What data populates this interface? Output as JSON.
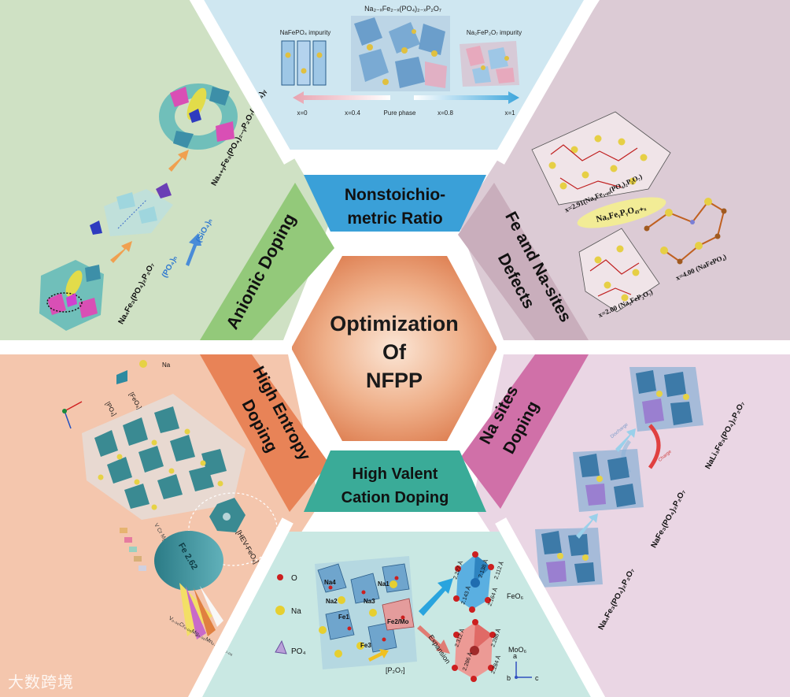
{
  "center": {
    "line1": "Optimization",
    "line2": "Of",
    "line3": "NFPP"
  },
  "strategies": {
    "top": {
      "line1": "Nonstoichio-",
      "line2": "metric  Ratio"
    },
    "upper_right": {
      "line1": "Fe and Na-sites",
      "line2": "Defects"
    },
    "lower_right": {
      "line1": "Na   sites",
      "line2": "Doping"
    },
    "bottom": {
      "line1": "High Valent",
      "line2": "Cation Doping"
    },
    "lower_left": {
      "line1": "High Entropy",
      "line2": "Doping"
    },
    "upper_left": {
      "line1": "Anionic Doping"
    }
  },
  "panel_top": {
    "formula": "Na₂₋ₓFe₂₋ₓ(PO₄)₂₋ₓP₂O₇",
    "impurity_left": "NaFePO₄ impurity",
    "impurity_right": "Na₂FeP₂O₇ impurity",
    "x0": "x=0",
    "x04": "x=0.4",
    "pure": "Pure phase",
    "x08": "x=0.8",
    "x1": "x=1"
  },
  "panel_upper_left": {
    "formula_bottom": "Na₄Fe₃(PO₄)₂P₂O₇",
    "formula_top": "Na₄₊ᵧFe₃(PO₄)₂₋ᵧP₂O₇(SiO₄)ᵧ",
    "po4": "(PO₄)ₙ",
    "sio4": "(SiO₄)ₙ"
  },
  "panel_upper_right": {
    "formula_top": "x=2.91(Na₄Fe₃.₀₉(PO₄)₂P₂O₇)",
    "ellipse": "NaₓFeᵧPᵧO₄ᵧ₊ₓ",
    "formula_left": "x=2.00 (Na₂FeP₂O₇)",
    "formula_right": "x=4.00 (NaFePO₄)"
  },
  "panel_lower_right": {
    "formula_top": "NaLi₃Fe₃(PO₄)₂P₂O₇",
    "formula_mid": "NaFe₃(PO₄)₂P₂O₇",
    "formula_bottom": "Na₄Fe₃(PO₄)₂P₂O₇",
    "charge": "Charge",
    "discharge": "Discharge"
  },
  "panel_bottom": {
    "legend_o": "O",
    "legend_na": "Na",
    "legend_po4": "PO₄",
    "na4": "Na4",
    "na1": "Na1",
    "na2": "Na2",
    "na3": "Na3",
    "fe1": "Fe1",
    "fe2": "Fe2/Mo",
    "fe3": "Fe3",
    "p2o7": "[P₂O₇]",
    "feo6": "FeO₆",
    "moo6": "MoO₆",
    "expansion": "Expansion",
    "b1": "2.227 Å",
    "b2": "2.138 Å",
    "b3": "2.143 Å",
    "b4": "2.164 Å",
    "b5": "2.112 Å",
    "b6": "2.312 Å",
    "b7": "2.288 Å",
    "b8": "2.286 Å",
    "b9": "2.284 Å",
    "axis_a": "a",
    "axis_b": "b",
    "axis_c": "c"
  },
  "panel_lower_left": {
    "na": "Na",
    "feo6": "[FeO₆]",
    "po4": "[PO₄]",
    "hev": "[HEV-FeO₆]",
    "pie_label": "Fe 2.62",
    "pie_elements": "V₀.₀₆Cr₀.₀₆Mg₀.₀₆Mn₀.₀₆Cu₀.₀₆",
    "legend_text": "V Cr Mg Mn Cu"
  },
  "colors": {
    "top_bg": "#cfe7f1",
    "upper_left_bg": "#cfe1c4",
    "upper_right_bg": "#dccbd5",
    "lower_left_bg": "#f4c6ad",
    "lower_right_bg": "#ead6e4",
    "bottom_bg": "#c9e8e3",
    "top_label": "#3aa0d8",
    "upper_left_label": "#93c97a",
    "upper_right_label": "#c9aebc",
    "lower_left_label": "#e88357",
    "lower_right_label": "#d070a8",
    "bottom_label": "#3aab98"
  },
  "watermark": "大数跨境"
}
